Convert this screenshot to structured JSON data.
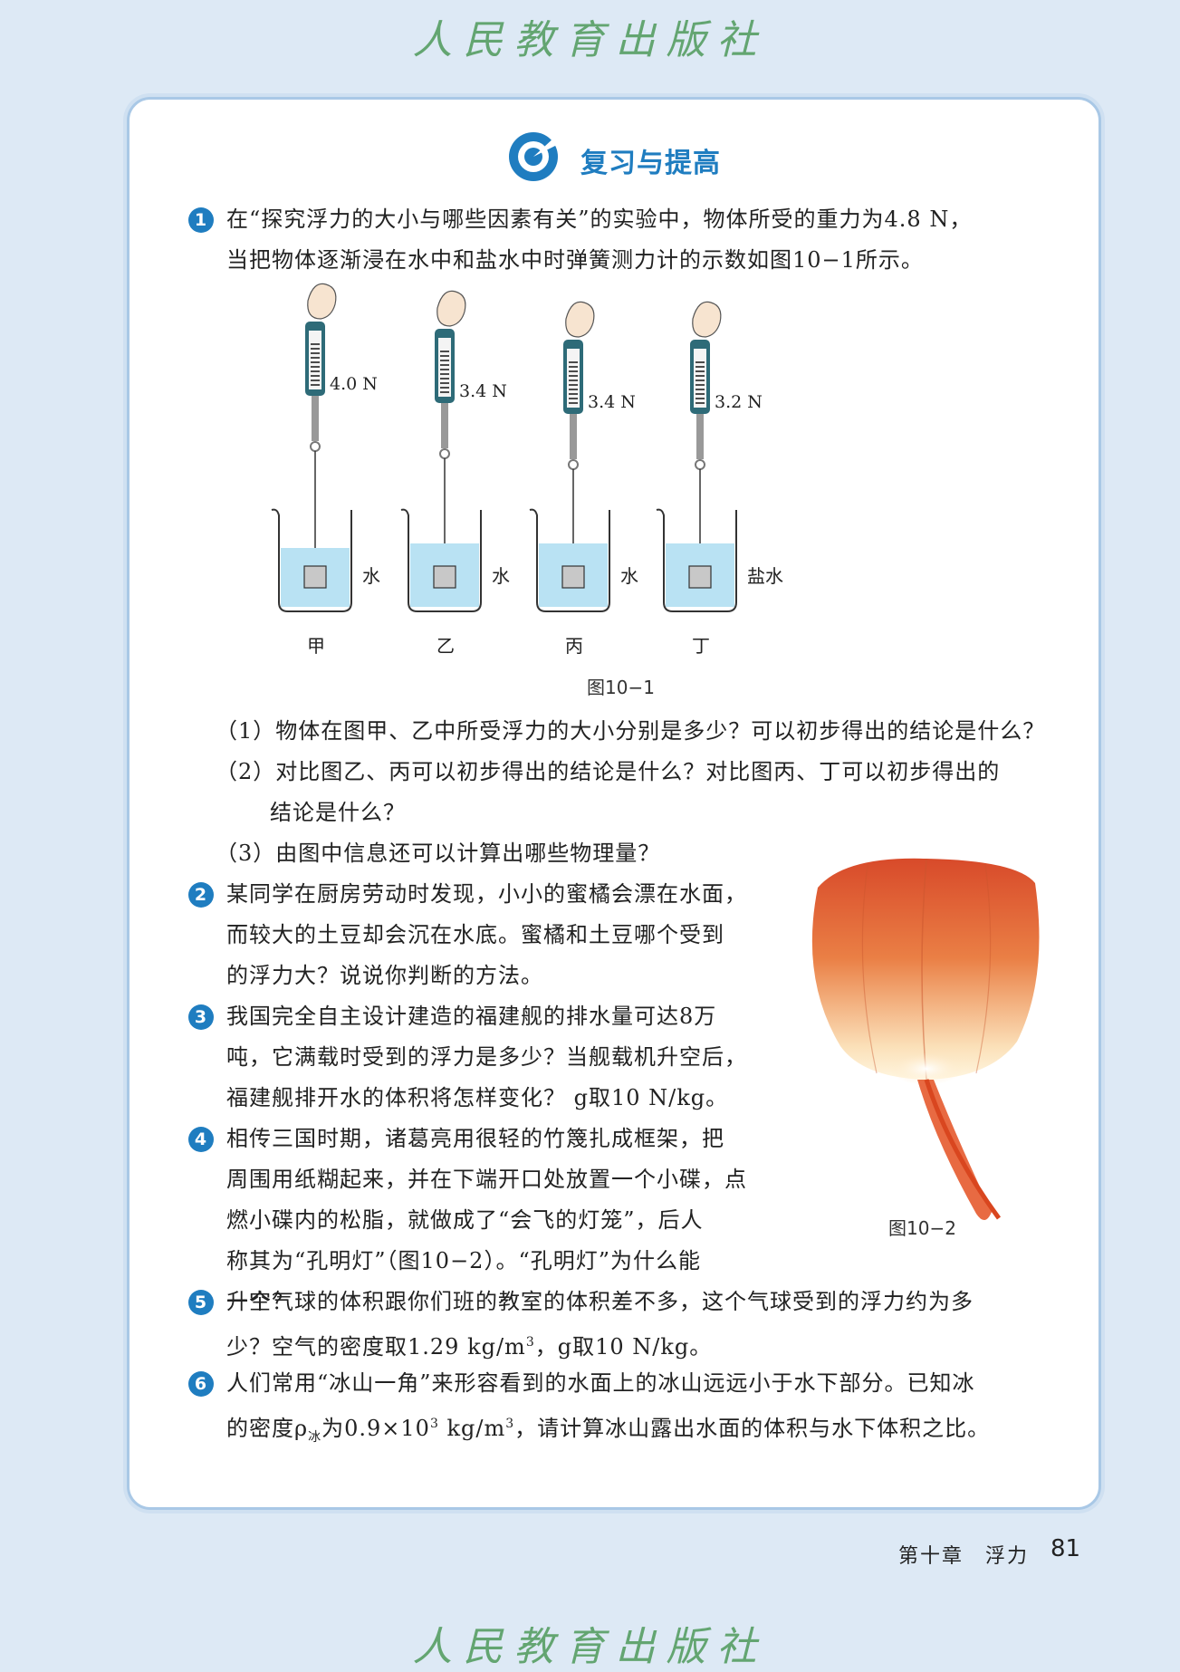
{
  "publisher": "人民教育出版社",
  "section_title": "复习与提高",
  "q1": {
    "number": "1",
    "line1": "在“探究浮力的大小与哪些因素有关”的实验中，物体所受的重力为4.8 N，",
    "line2": "当把物体逐渐浸在水中和盐水中时弹簧测力计的示数如图10−1所示。",
    "figure": {
      "caption": "图10−1",
      "panels": [
        {
          "reading": "4.0 N",
          "liquid": "水",
          "label": "甲"
        },
        {
          "reading": "3.4 N",
          "liquid": "水",
          "label": "乙"
        },
        {
          "reading": "3.4 N",
          "liquid": "水",
          "label": "丙"
        },
        {
          "reading": "3.2 N",
          "liquid": "盐水",
          "label": "丁"
        }
      ]
    },
    "sub1": "（1）物体在图甲、乙中所受浮力的大小分别是多少？可以初步得出的结论是什么？",
    "sub2_line1": "（2）对比图乙、丙可以初步得出的结论是什么？对比图丙、丁可以初步得出的",
    "sub2_line2": "结论是什么？",
    "sub3": "（3）由图中信息还可以计算出哪些物理量？"
  },
  "q2": {
    "number": "2",
    "line1": "某同学在厨房劳动时发现，小小的蜜橘会漂在水面，",
    "line2": "而较大的土豆却会沉在水底。蜜橘和土豆哪个受到",
    "line3": "的浮力大？说说你判断的方法。"
  },
  "q3": {
    "number": "3",
    "line1": "我国完全自主设计建造的福建舰的排水量可达8万",
    "line2": "吨，它满载时受到的浮力是多少？当舰载机升空后，",
    "line3": "福建舰排开水的体积将怎样变化？ g取10 N/kg。"
  },
  "q4": {
    "number": "4",
    "line1": "相传三国时期，诸葛亮用很轻的竹篾扎成框架，把",
    "line2": "周围用纸糊起来，并在下端开口处放置一个小碟，点",
    "line3": "燃小碟内的松脂，就做成了“会飞的灯笼”，后人",
    "line4": "称其为“孔明灯”（图10−2）。“孔明灯”为什么能",
    "line5": "升空？"
  },
  "fig2_caption": "图10−2",
  "q5": {
    "number": "5",
    "line1": "一个气球的体积跟你们班的教室的体积差不多，这个气球受到的浮力约为多",
    "line2_a": "少？空气的密度取1.29 kg/m",
    "line2_sup": "3",
    "line2_b": "，g取10 N/kg。"
  },
  "q6": {
    "number": "6",
    "line1": "人们常用“冰山一角”来形容看到的水面上的冰山远远小于水下部分。已知冰",
    "line2_a": "的密度ρ",
    "line2_sub": "冰",
    "line2_b": "为0.9×10",
    "line2_sup1": "3",
    "line2_c": " kg/m",
    "line2_sup2": "3",
    "line2_d": "，请计算冰山露出水面的体积与水下体积之比。"
  },
  "footer": {
    "chapter": "第十章　浮力",
    "page": "81"
  },
  "colors": {
    "accent": "#1f7dc0",
    "water": "#b9e2f3",
    "background": "#dde9f5"
  }
}
